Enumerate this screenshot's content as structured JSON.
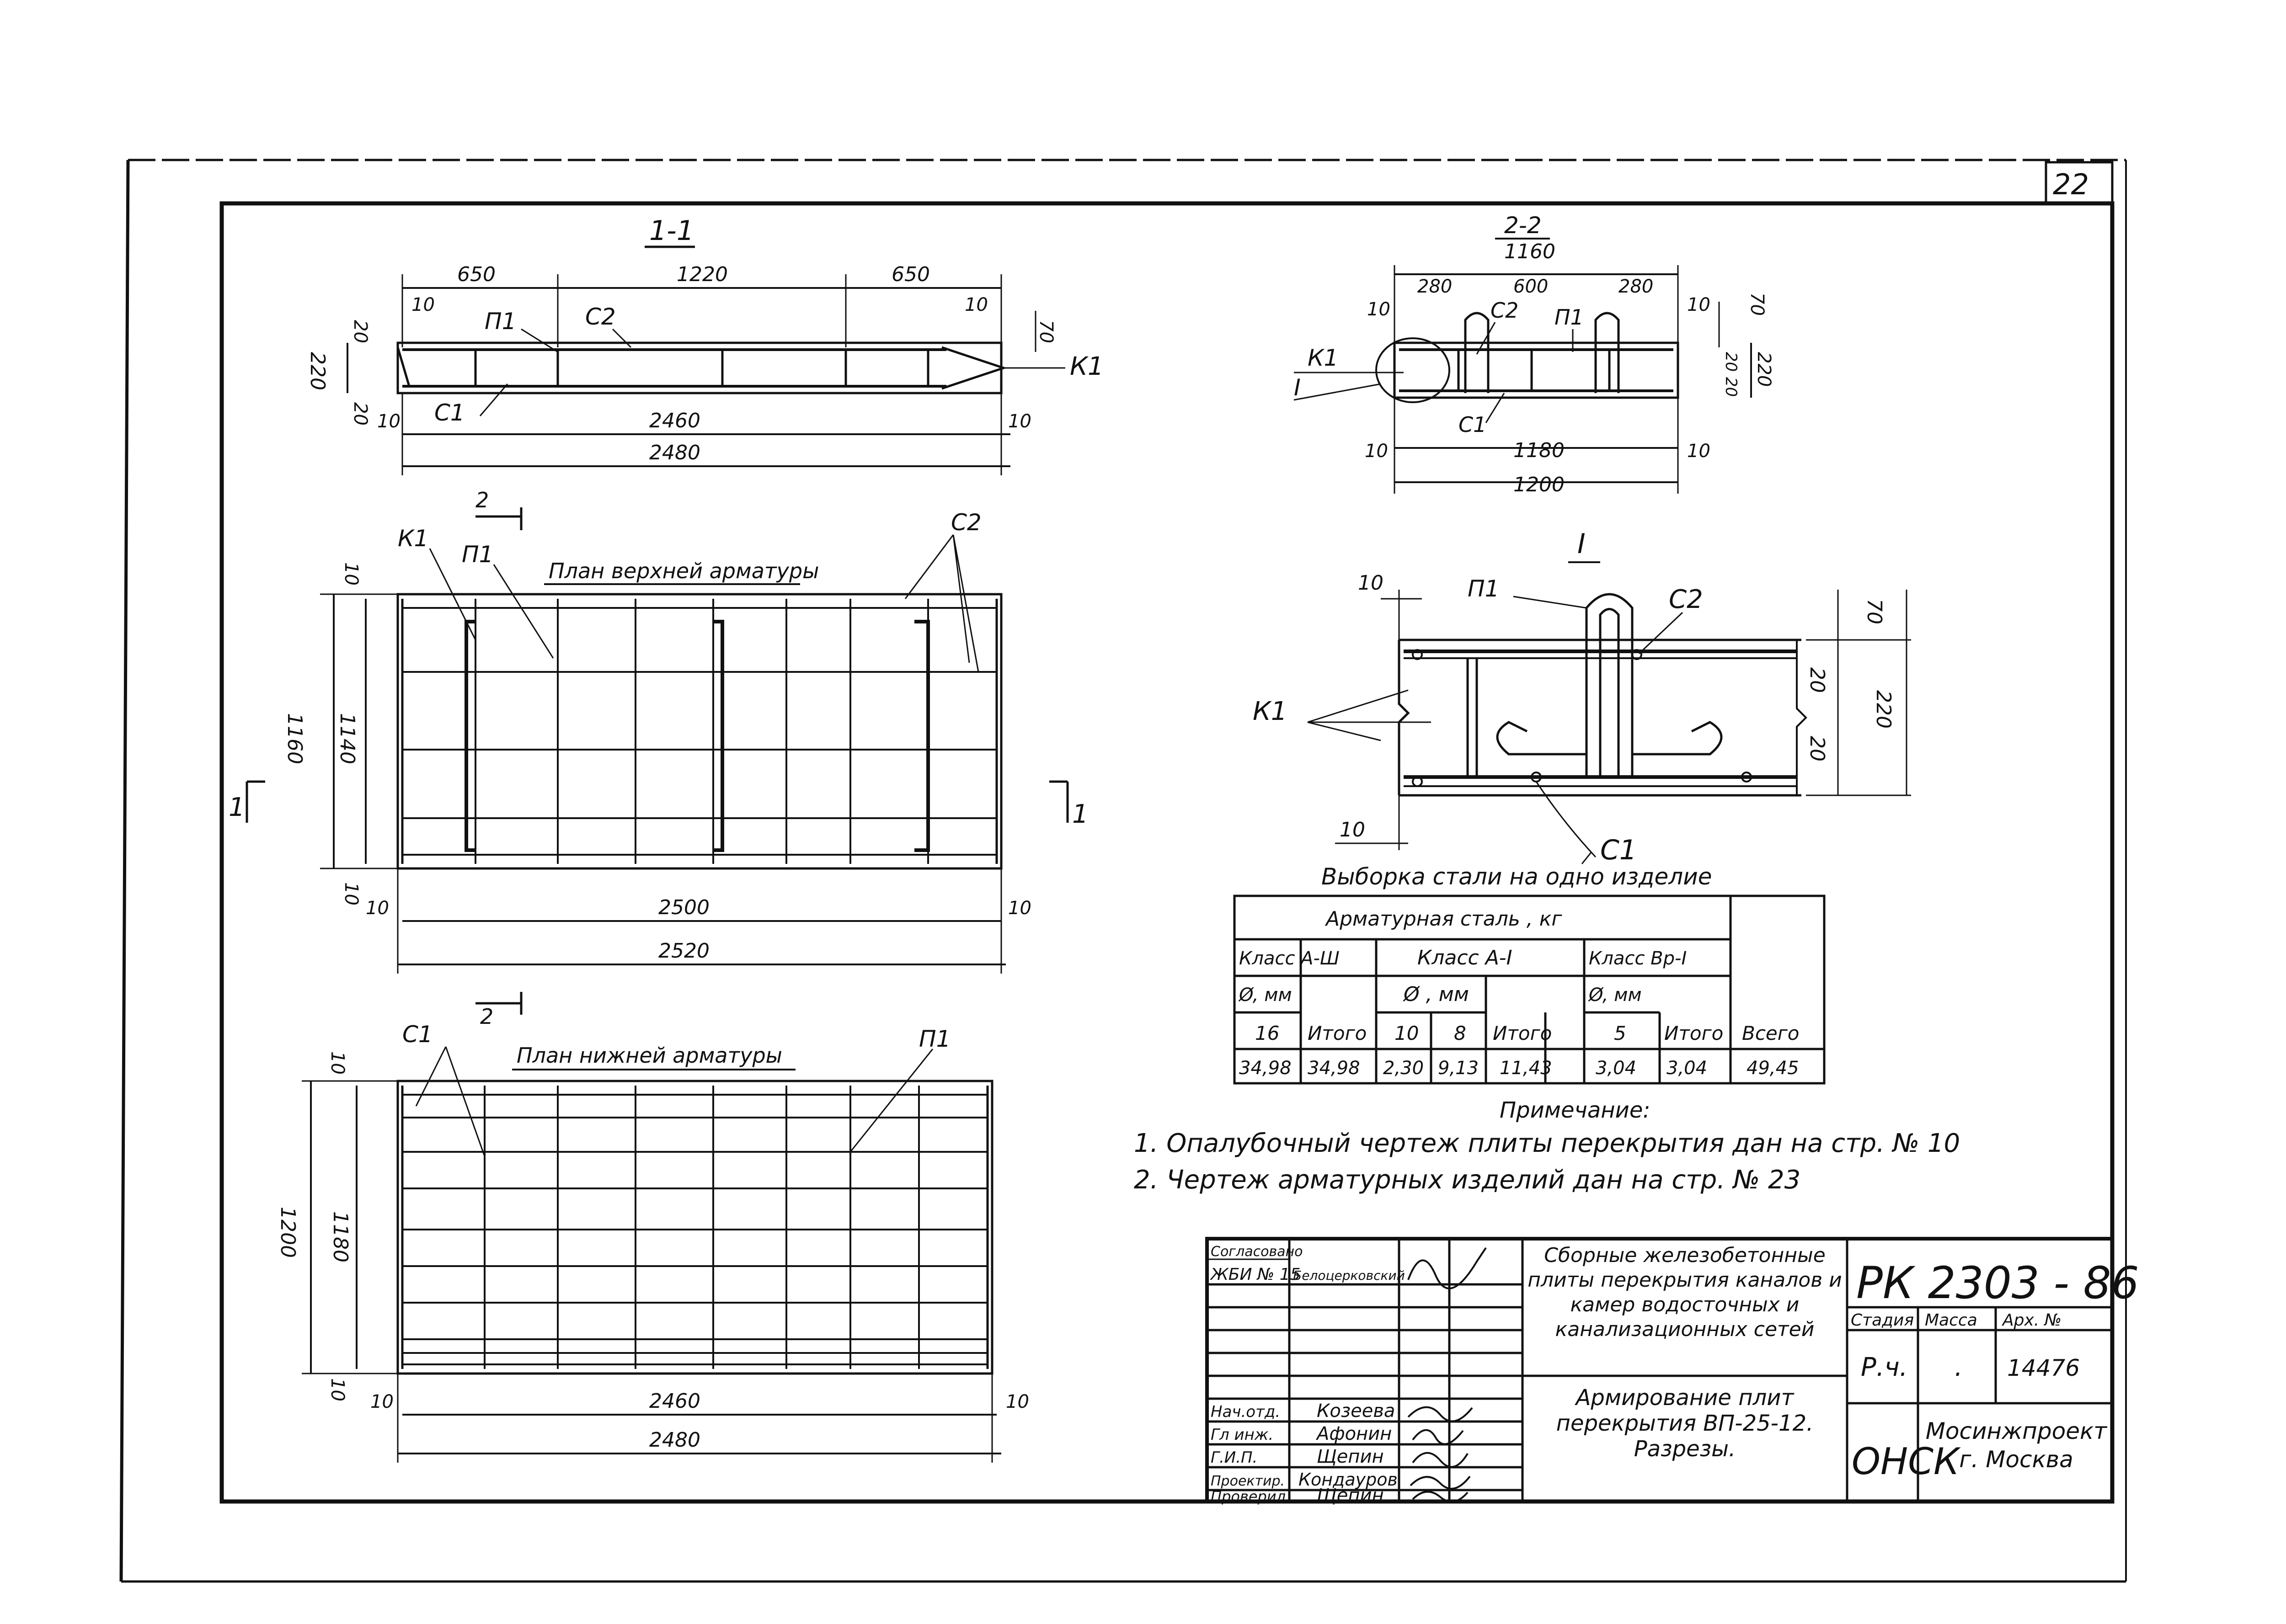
{
  "page_number": "22",
  "sections": {
    "s11": {
      "title": "1-1",
      "dims": [
        "650",
        "1220",
        "650",
        "10",
        "10",
        "70",
        "20",
        "20",
        "220",
        "10",
        "2460",
        "10",
        "2480"
      ],
      "labels": {
        "p1": "П1",
        "c2": "С2",
        "c1": "С1",
        "k1": "К1"
      }
    },
    "s22": {
      "title": "2-2",
      "overall": "1160",
      "dims": [
        "280",
        "600",
        "280",
        "10",
        "10",
        "70",
        "220",
        "20",
        "20",
        "10",
        "1180",
        "10",
        "1200"
      ],
      "labels": {
        "c2": "С2",
        "p1": "П1",
        "k1": "К1",
        "node": "I",
        "c1": "С1"
      }
    },
    "detail": {
      "title": "I",
      "dims": [
        "10",
        "70",
        "20",
        "20",
        "220",
        "10"
      ],
      "labels": {
        "p1": "П1",
        "c2": "С2",
        "k1": "К1",
        "c1": "С1"
      }
    },
    "top_plan": {
      "title": "План верхней арматуры",
      "dims": [
        "10",
        "10",
        "1160",
        "1140",
        "10",
        "2500",
        "10",
        "2520"
      ],
      "labels": {
        "k1": "К1",
        "p1": "П1",
        "c2": "С2",
        "cut2": "2",
        "cut1a": "1",
        "cut1b": "1"
      }
    },
    "bottom_plan": {
      "title": "План нижней арматуры",
      "dims": [
        "10",
        "10",
        "1200",
        "1180",
        "10",
        "2460",
        "10",
        "2480"
      ],
      "labels": {
        "c1": "С1",
        "p1": "П1",
        "cut2": "2"
      }
    }
  },
  "steel_table": {
    "title": "Выборка стали на одно изделие",
    "header_main": "Арматурная сталь , кг",
    "class_a3": "Класс А-Ш",
    "class_a1": "Класс А-I",
    "class_bp1": "Класс Вр-I",
    "dia_label": "Ø, мм",
    "dia_mm": "Ø , мм",
    "d16": "16",
    "d10": "10",
    "d8": "8",
    "d5": "5",
    "itogo": "Итого",
    "vsego": "Всего",
    "values": [
      "34,98",
      "34,98",
      "2,30",
      "9,13",
      "11,43",
      "3,04",
      "3,04",
      "49,45"
    ]
  },
  "notes": {
    "title": "Примечание:",
    "items": [
      "1. Опалубочный чертеж плиты перекрытия дан на стр. № 10",
      "2. Чертеж арматурных изделий дан на стр. № 23"
    ]
  },
  "title_block": {
    "code": "РК 2303 - 86",
    "series_title": "Сборные железобетонные плиты перекрытия каналов и камер водосточных и канализационных сетей",
    "sheet_title": "Армирование плит перекрытия ВП-25-12. Разрезы.",
    "stage_h": "Стадия",
    "mass_h": "Масса",
    "arch_h": "Арх. №",
    "stage": "Р.ч.",
    "mass": ".",
    "arch": "14476",
    "dept": "ОНСК",
    "org": "Мосинжпроект г. Москва",
    "agreed": "Согласовано",
    "agreed_org": "ЖБИ № 15",
    "agreed_name": "Белоцерковский",
    "roles": [
      {
        "role": "Нач.отд.",
        "name": "Козеева"
      },
      {
        "role": "Гл инж.",
        "name": "Афонин"
      },
      {
        "role": "Г.И.П.",
        "name": "Щепин"
      },
      {
        "role": "Проектир.",
        "name": "Кондауров"
      },
      {
        "role": "Проверил",
        "name": "Щепин"
      }
    ]
  }
}
